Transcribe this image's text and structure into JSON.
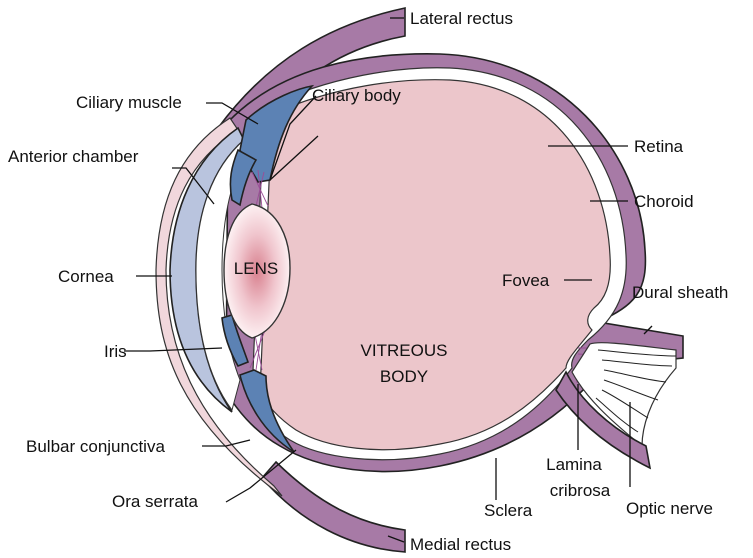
{
  "labels": {
    "lateral_rectus": "Lateral rectus",
    "ciliary_muscle": "Ciliary muscle",
    "ciliary_body": "Ciliary body",
    "anterior_chamber": "Anterior chamber",
    "retina": "Retina",
    "choroid": "Choroid",
    "lens": "LENS",
    "cornea": "Cornea",
    "fovea": "Fovea",
    "dural_sheath": "Dural sheath",
    "iris": "Iris",
    "vitreous_body_line1": "VITREOUS",
    "vitreous_body_line2": "BODY",
    "bulbar_conjunctiva": "Bulbar conjunctiva",
    "lamina_cribrosa_line1": "Lamina",
    "lamina_cribrosa_line2": "cribrosa",
    "ora_serrata": "Ora serrata",
    "sclera": "Sclera",
    "optic_nerve": "Optic nerve",
    "medial_rectus": "Medial rectus"
  },
  "colors": {
    "sclera": "#a77aa6",
    "vitreous": "#ecc6cb",
    "cornea": "#b9c4de",
    "ciliary": "#5c82b4",
    "conjunctiva": "#f1d7dc",
    "lens_center": "#d8808e",
    "zonule": "#9a4d96"
  }
}
